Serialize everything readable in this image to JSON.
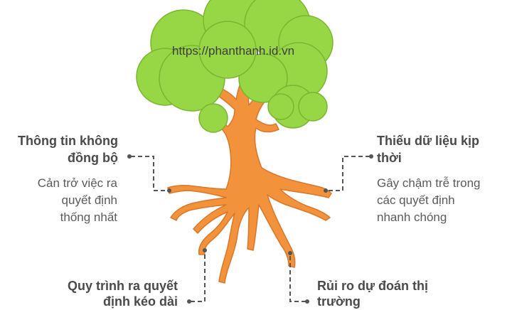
{
  "watermark": "https://phanthanh.id.vn",
  "colors": {
    "foliage": "#97d645",
    "foliage_outline": "#7ab530",
    "trunk": "#f2923b",
    "connector": "#555555",
    "title_text": "#4a4a4a",
    "desc_text": "#5b5b5b"
  },
  "callouts": {
    "top_left": {
      "title_lines": [
        "Thông tin không",
        "đồng bộ"
      ],
      "desc_lines": [
        "Cản trở việc ra",
        "quyết định",
        "thống nhất"
      ]
    },
    "top_right": {
      "title_lines": [
        "Thiếu dữ liệu kịp",
        "thời"
      ],
      "desc_lines": [
        "Gây chậm trễ trong",
        "các quyết định",
        "nhanh chóng"
      ]
    },
    "bottom_left": {
      "title_lines": [
        "Quy trình ra quyết",
        "định kéo dài"
      ]
    },
    "bottom_right": {
      "title_lines": [
        "Rủi ro dự đoán thị",
        "trường"
      ]
    }
  }
}
